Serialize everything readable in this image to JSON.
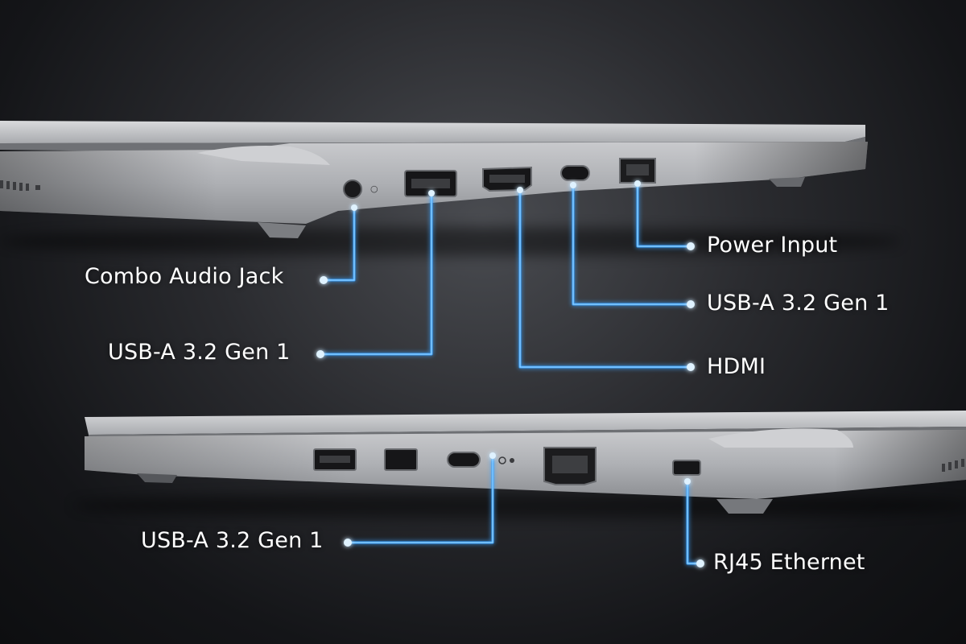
{
  "colors": {
    "glow": "#3aa3ff",
    "glow_core": "#bfe6ff",
    "chassis": "#b7b9bd",
    "background": "#141518"
  },
  "callouts": {
    "combo_audio_jack": "Combo Audio Jack",
    "usb_a_left_top": "USB-A 3.2 Gen 1",
    "hdmi": "HDMI",
    "usb_a_right_top": "USB-A 3.2 Gen 1",
    "power_input": "Power Input",
    "usb_a_bottom": "USB-A 3.2 Gen 1",
    "rj45_ethernet": "RJ45 Ethernet"
  }
}
